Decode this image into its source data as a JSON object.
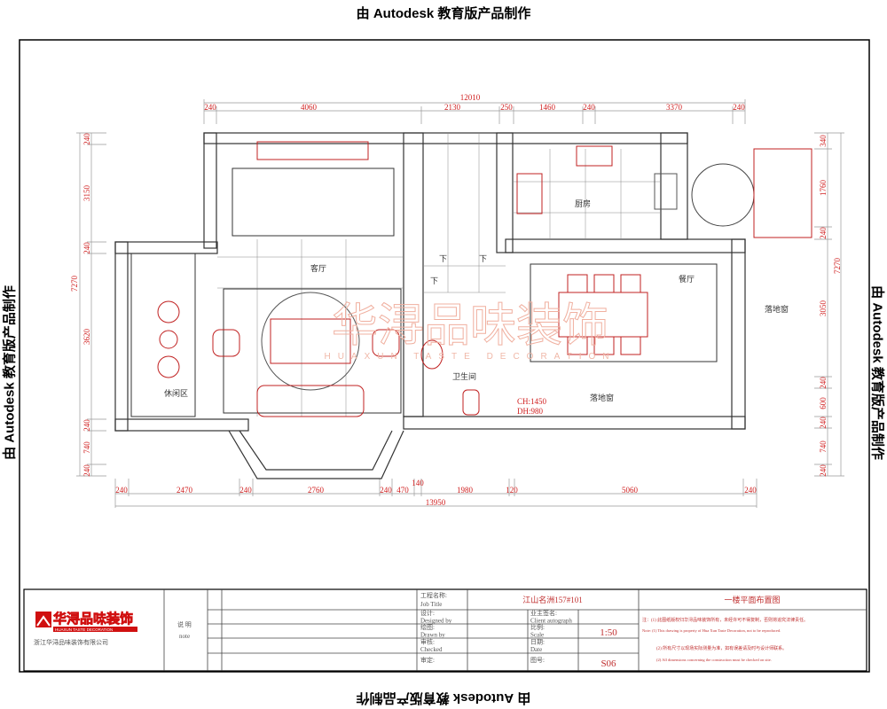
{
  "watermark": "由 Autodesk 教育版产品制作",
  "dimensions": {
    "top_total": "12010",
    "top": [
      "240",
      "4060",
      "2130",
      "250",
      "1460",
      "240",
      "3370",
      "240"
    ],
    "bottom_total": "13950",
    "bottom": [
      "240",
      "2470",
      "240",
      "2760",
      "240",
      "470",
      "140",
      "1980",
      "120",
      "5060",
      "240"
    ],
    "left_total": "7270",
    "left": [
      "240",
      "3150",
      "240",
      "3620",
      "240",
      "740",
      "240"
    ],
    "right_total": "7270",
    "right": [
      "340",
      "1760",
      "240",
      "3050",
      "240",
      "600",
      "240",
      "740",
      "240"
    ]
  },
  "rooms": {
    "living": "客厅",
    "leisure": "休闲区",
    "kitchen": "厨房",
    "dining": "餐厅",
    "window1": "落地窗",
    "window2": "落地窗",
    "bathroom": "卫生间",
    "stair_down1": "下",
    "stair_down2": "下",
    "stair_down3": "下",
    "ch": "CH:1450",
    "dh": "DH:980"
  },
  "plan_watermark": {
    "cn": "华浔品味装饰",
    "en": "HUAXUN TASTE DECORATION"
  },
  "title_block": {
    "company_logo_cn": "华浔品味装饰",
    "company_logo_en": "HUAXUN TASTE DECORATION",
    "company_name": "浙江华浔品味装饰有限公司",
    "remark_cn": "说 明",
    "remark_en": "note",
    "fields": [
      {
        "cn": "工程名称:",
        "en": "Job Title"
      },
      {
        "cn": "设计:",
        "en": "Designed by"
      },
      {
        "cn": "绘图:",
        "en": "Drawn by"
      },
      {
        "cn": "审核:",
        "en": "Checked"
      },
      {
        "cn": "审定:",
        "en": ""
      }
    ],
    "project": "江山名洲157#101",
    "drawing_title": "一楼平面布置图",
    "client_cn": "业主签名:",
    "client_en": "Client autograph",
    "scale_cn": "比例:",
    "scale_en": "Scale",
    "scale": "1:50",
    "date_cn": "日期:",
    "date_en": "Date",
    "number_cn": "图号:",
    "number": "S06",
    "note_cn_1": "注：(1) 此图纸版权归华浔品味装饰所有，未经许可不得复制，否则将追究法律责任。",
    "note_cn_2": "(2) 所有尺寸以现场实际测量为准，如有误差请及时与设计师联系。",
    "note_en_1": "Note: (1) This drawing is property of Hua Xun Taste Decoration, not to be reproduced.",
    "note_en_2": "(2) All dimensions concerning the construction must be checked on site."
  }
}
